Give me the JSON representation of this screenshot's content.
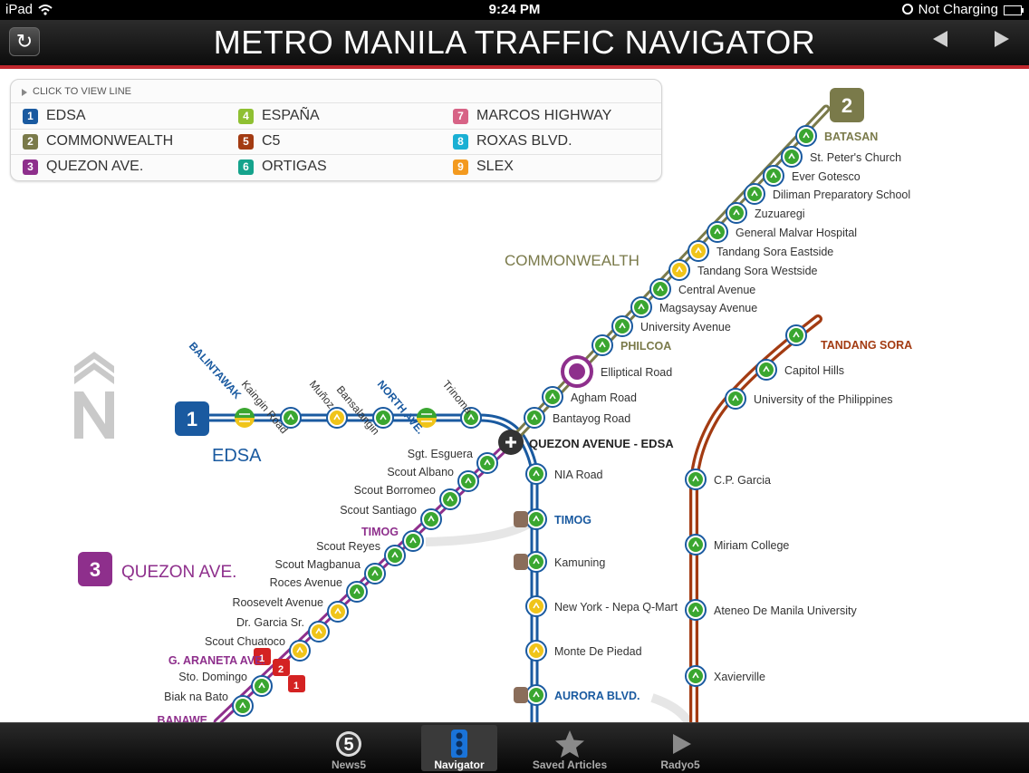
{
  "status_bar": {
    "carrier": "iPad",
    "time": "9:24 PM",
    "charging": "Not Charging"
  },
  "header": {
    "title": "METRO MANILA TRAFFIC NAVIGATOR"
  },
  "legend": {
    "header": "CLICK TO VIEW LINE",
    "lines": [
      {
        "num": "1",
        "name": "EDSA",
        "color": "#1a5aa0"
      },
      {
        "num": "2",
        "name": "COMMONWEALTH",
        "color": "#7a7a4a"
      },
      {
        "num": "3",
        "name": "QUEZON AVE.",
        "color": "#8e2f8c"
      },
      {
        "num": "4",
        "name": "ESPAÑA",
        "color": "#8fc032"
      },
      {
        "num": "5",
        "name": "C5",
        "color": "#a33b12"
      },
      {
        "num": "6",
        "name": "ORTIGAS",
        "color": "#15a38c"
      },
      {
        "num": "7",
        "name": "MARCOS HIGHWAY",
        "color": "#d76386"
      },
      {
        "num": "8",
        "name": "ROXAS BLVD.",
        "color": "#1ab0d4"
      },
      {
        "num": "9",
        "name": "SLEX",
        "color": "#f39a1f"
      }
    ]
  },
  "map": {
    "edsa": {
      "num": "1",
      "name": "EDSA",
      "stations_top": [
        "BALINTAWAK",
        "Kaingin Road",
        "Muñoz",
        "Bansalangin",
        "NORTH AVE.",
        "Trinoma"
      ],
      "stations_down": [
        "NIA Road",
        "TIMOG",
        "Kamuning",
        "New York - Nepa Q-Mart",
        "Monte De Piedad",
        "AURORA BLVD."
      ]
    },
    "commonwealth": {
      "num": "2",
      "name": "COMMONWEALTH",
      "stations": [
        "BATASAN",
        "St. Peter's Church",
        "Ever Gotesco",
        "Diliman Preparatory School",
        "Zuzuaregi",
        "General Malvar Hospital",
        "Tandang Sora Eastside",
        "Tandang Sora Westside",
        "Central Avenue",
        "Magsaysay Avenue",
        "University Avenue",
        "PHILCOA",
        "Elliptical Road",
        "Agham Road",
        "Bantayog Road"
      ]
    },
    "quezon": {
      "num": "3",
      "name": "QUEZON AVE.",
      "stations": [
        "Sgt. Esguera",
        "Scout Albano",
        "Scout Borromeo",
        "Scout Santiago",
        "TIMOG",
        "Scout Reyes",
        "Scout Magbanua",
        "Roces Avenue",
        "Roosevelt Avenue",
        "Dr. Garcia Sr.",
        "Scout Chuatoco",
        "G. ARANETA AVE.",
        "Sto. Domingo",
        "Biak na Bato",
        "BANAWE"
      ]
    },
    "c5": {
      "name": "TANDANG SORA",
      "stations": [
        "Capitol Hills",
        "University of the Philippines",
        "C.P. Garcia",
        "Miriam College",
        "Ateneo De Manila University",
        "Xavierville"
      ]
    },
    "junction": "QUEZON AVENUE - EDSA",
    "incidents": [
      "1",
      "2",
      "1"
    ],
    "colors": {
      "good": "#3aa630",
      "moderate": "#f0c419",
      "heavy": "#d42222"
    }
  },
  "tabs": [
    {
      "label": "News5",
      "icon": "news5-icon"
    },
    {
      "label": "Navigator",
      "icon": "traffic-light-icon",
      "active": true
    },
    {
      "label": "Saved Articles",
      "icon": "star-icon"
    },
    {
      "label": "Radyo5",
      "icon": "play-icon"
    }
  ]
}
